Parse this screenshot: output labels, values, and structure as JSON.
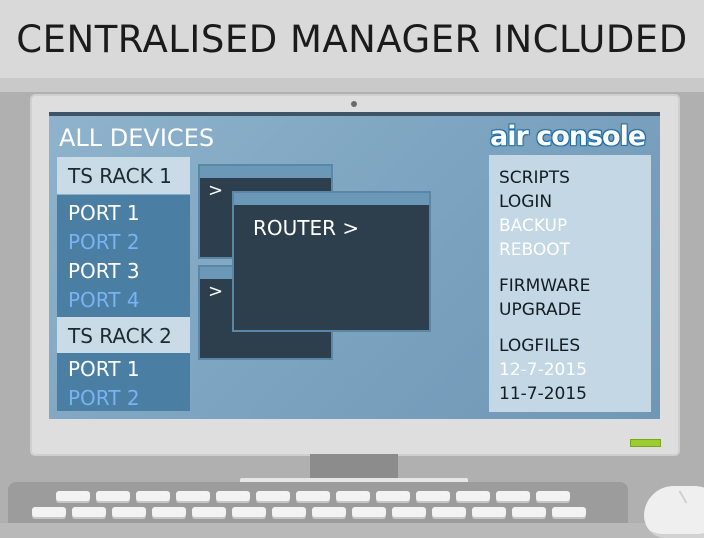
{
  "banner": {
    "title": "CENTRALISED MANAGER INCLUDED"
  },
  "screen": {
    "heading": "ALL DEVICES",
    "logo": "air console",
    "racks": [
      {
        "label": "TS RACK 1",
        "ports": [
          {
            "label": "PORT 1",
            "state": "active"
          },
          {
            "label": "PORT 2",
            "state": "inactive"
          },
          {
            "label": "PORT 3",
            "state": "active"
          },
          {
            "label": "PORT 4",
            "state": "inactive"
          }
        ]
      },
      {
        "label": "TS RACK 2",
        "ports": [
          {
            "label": "PORT 1",
            "state": "active"
          },
          {
            "label": "PORT 2",
            "state": "inactive"
          }
        ]
      }
    ],
    "windows": {
      "arrow_top": ">",
      "arrow_bottom": ">",
      "router": "ROUTER >"
    },
    "menu": [
      {
        "label": "SCRIPTS",
        "state": "active"
      },
      {
        "label": "LOGIN",
        "state": "active"
      },
      {
        "label": "BACKUP",
        "state": "inactive"
      },
      {
        "label": "REBOOT",
        "state": "inactive"
      },
      {
        "label": "FIRMWARE",
        "state": "active"
      },
      {
        "label": "UPGRADE",
        "state": "active"
      },
      {
        "label": "LOGFILES",
        "state": "active"
      },
      {
        "label": "12-7-2015",
        "state": "inactive"
      },
      {
        "label": "11-7-2015",
        "state": "active"
      }
    ]
  },
  "colors": {
    "active_text": "#ffffff",
    "inactive_text": "#79b3f2",
    "logo_outline": "#1f6ea8",
    "power_led": "#9ccc2e"
  }
}
